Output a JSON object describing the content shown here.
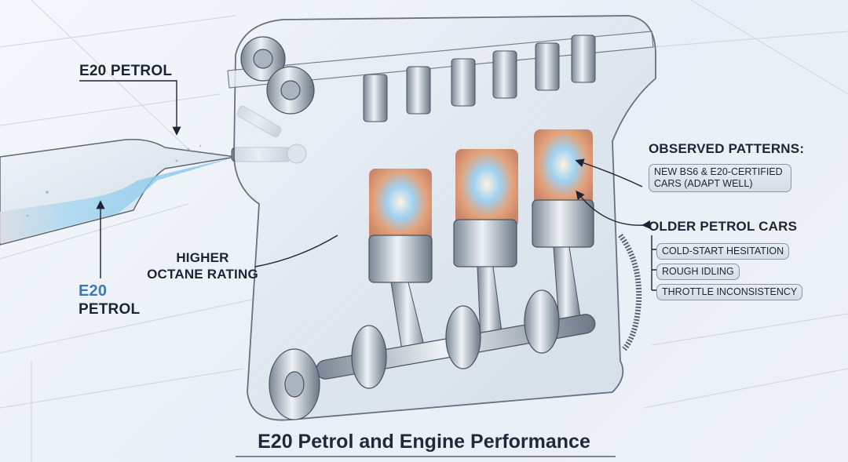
{
  "title": "E20 Petrol and Engine Performance",
  "labels": {
    "fuel_top": "E20 PETROL",
    "fuel_bottom_highlight": "E20",
    "fuel_bottom_word": "PETROL",
    "octane_line1": "HIGHER",
    "octane_line2": "OCTANE RATING",
    "observed_heading": "OBSERVED PATTERNS:",
    "new_cars_line1": "NEW BS6 & E20-CERTIFIED",
    "new_cars_line2": "CARS (ADAPT WELL)",
    "older_heading": "OLDER PETROL CARS",
    "older_items": [
      "COLD-START HESITATION",
      "ROUGH IDLING",
      "THROTTLE INCONSISTENCY"
    ]
  },
  "colors": {
    "accent_blue": "#3e78b4",
    "text_dark": "#1b2533",
    "fuel_blue": "#8fcdee",
    "flame_orange": "#e8a072"
  },
  "illustration": {
    "subject": "transparent cutaway 3-cylinder engine",
    "elements": [
      "fuel-pipe",
      "fuel-injector",
      "valve-springs",
      "spark-plugs",
      "combustion-chambers",
      "pistons",
      "connecting-rods",
      "crankshaft",
      "flywheel",
      "timing-gears"
    ]
  }
}
